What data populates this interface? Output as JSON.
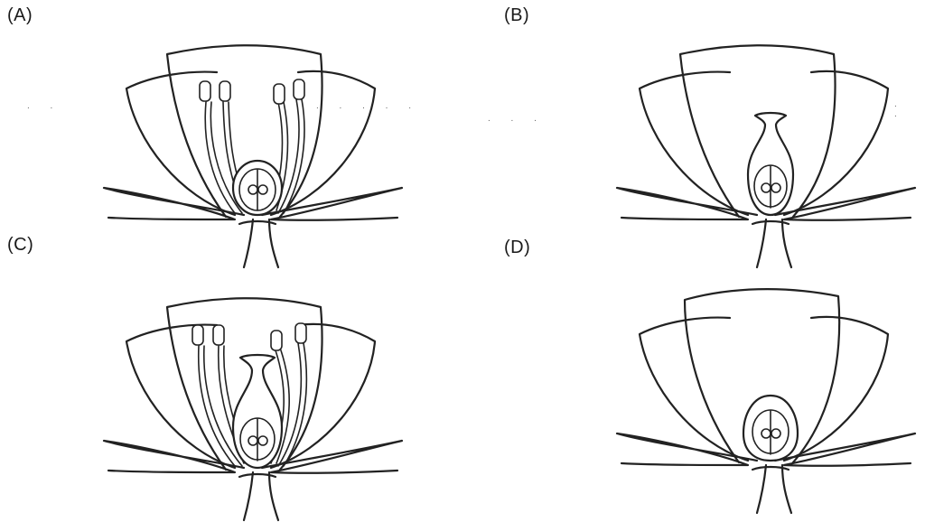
{
  "panels": [
    {
      "id": "A",
      "label": "(A)",
      "stamens": true,
      "pistil": false
    },
    {
      "id": "B",
      "label": "(B)",
      "stamens": false,
      "pistil": true
    },
    {
      "id": "C",
      "label": "(C)",
      "stamens": true,
      "pistil": true
    },
    {
      "id": "D",
      "label": "(D)",
      "stamens": false,
      "pistil": false
    }
  ]
}
